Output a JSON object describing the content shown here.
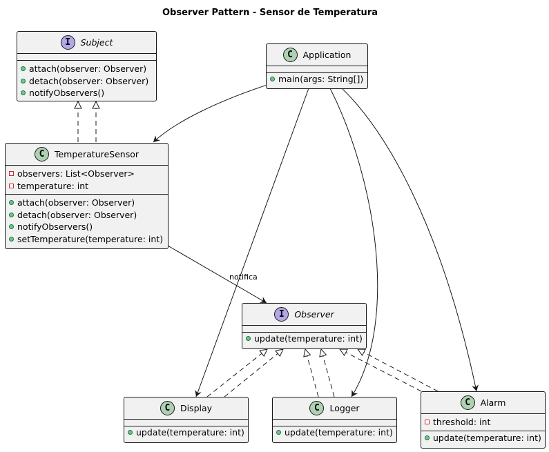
{
  "title": "Observer Pattern - Sensor de Temperatura",
  "colors": {
    "box_fill": "#F1F1F1",
    "border": "#181818",
    "class_badge": "#ADD1B2",
    "interface_badge": "#B4A7E5"
  },
  "subject": {
    "kind": "I",
    "name": "Subject",
    "methods": [
      "attach(observer: Observer)",
      "detach(observer: Observer)",
      "notifyObservers()"
    ]
  },
  "application": {
    "kind": "C",
    "name": "Application",
    "methods": [
      "main(args: String[])"
    ]
  },
  "temperature_sensor": {
    "kind": "C",
    "name": "TemperatureSensor",
    "fields": [
      "observers: List<Observer>",
      "temperature: int"
    ],
    "methods": [
      "attach(observer: Observer)",
      "detach(observer: Observer)",
      "notifyObservers()",
      "setTemperature(temperature: int)"
    ]
  },
  "observer": {
    "kind": "I",
    "name": "Observer",
    "methods": [
      "update(temperature: int)"
    ]
  },
  "display": {
    "kind": "C",
    "name": "Display",
    "methods": [
      "update(temperature: int)"
    ]
  },
  "logger": {
    "kind": "C",
    "name": "Logger",
    "methods": [
      "update(temperature: int)"
    ]
  },
  "alarm": {
    "kind": "C",
    "name": "Alarm",
    "fields": [
      "threshold: int"
    ],
    "methods": [
      "update(temperature: int)"
    ]
  },
  "edge_label": "notifica"
}
